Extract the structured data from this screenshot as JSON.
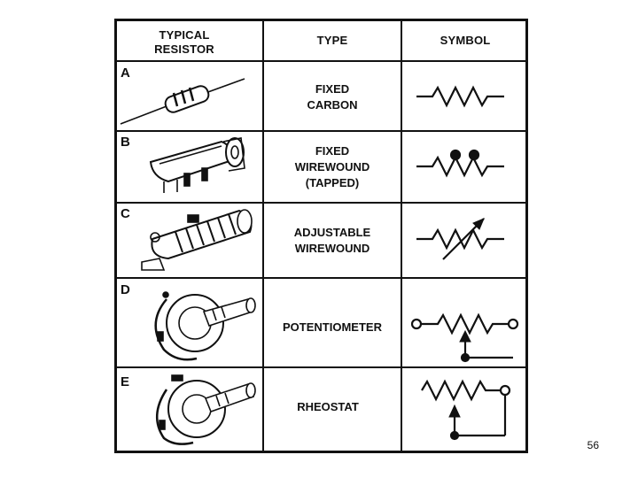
{
  "headers": {
    "typical_resistor": "TYPICAL\nRESISTOR",
    "type": "TYPE",
    "symbol": "SYMBOL"
  },
  "rows": [
    {
      "letter": "A",
      "type_label": "FIXED\nCARBON",
      "resistor_icon": "carbon-resistor-icon",
      "symbol_icon": "fixed-resistor-symbol-icon"
    },
    {
      "letter": "B",
      "type_label": "FIXED\nWIREWOUND\n(TAPPED)",
      "resistor_icon": "tapped-wirewound-resistor-icon",
      "symbol_icon": "tapped-resistor-symbol-icon"
    },
    {
      "letter": "C",
      "type_label": "ADJUSTABLE\nWIREWOUND",
      "resistor_icon": "adjustable-wirewound-resistor-icon",
      "symbol_icon": "adjustable-resistor-symbol-icon"
    },
    {
      "letter": "D",
      "type_label": "POTENTIOMETER",
      "resistor_icon": "potentiometer-icon",
      "symbol_icon": "potentiometer-symbol-icon"
    },
    {
      "letter": "E",
      "type_label": "RHEOSTAT",
      "resistor_icon": "rheostat-icon",
      "symbol_icon": "rheostat-symbol-icon"
    }
  ],
  "page_number": "56"
}
